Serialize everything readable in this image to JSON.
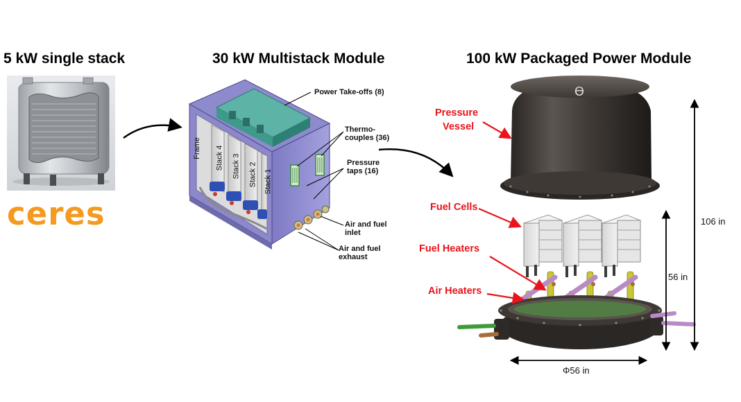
{
  "titles": {
    "single": "5 kW single stack",
    "multistack": "30 kW Multistack Module",
    "packaged": "100 kW Packaged Power Module"
  },
  "logo": {
    "text": "ceres",
    "color": "#f39a1f"
  },
  "module_callouts": {
    "power": "Power Take-offs (8)",
    "thermo_1": "Thermo-",
    "thermo_2": "couples (36)",
    "pressure_1": "Pressure",
    "pressure_2": "taps (16)",
    "inlet_1": "Air and fuel",
    "inlet_2": "inlet",
    "exhaust_1": "Air and fuel",
    "exhaust_2": "exhaust",
    "frame": "Frame",
    "stacks": [
      "Stack 4",
      "Stack 3",
      "Stack 2",
      "Stack 1"
    ]
  },
  "package_callouts": {
    "pressure_vessel_1": "Pressure",
    "pressure_vessel_2": "Vessel",
    "fuel_cells": "Fuel Cells",
    "fuel_heaters": "Fuel Heaters",
    "air_heaters": "Air Heaters",
    "accent_color": "#e8141b"
  },
  "dimensions": {
    "height_total": "106 in",
    "height_lower": "56 in",
    "diameter": "Φ56 in"
  },
  "vessel_symbol": "ϴ"
}
